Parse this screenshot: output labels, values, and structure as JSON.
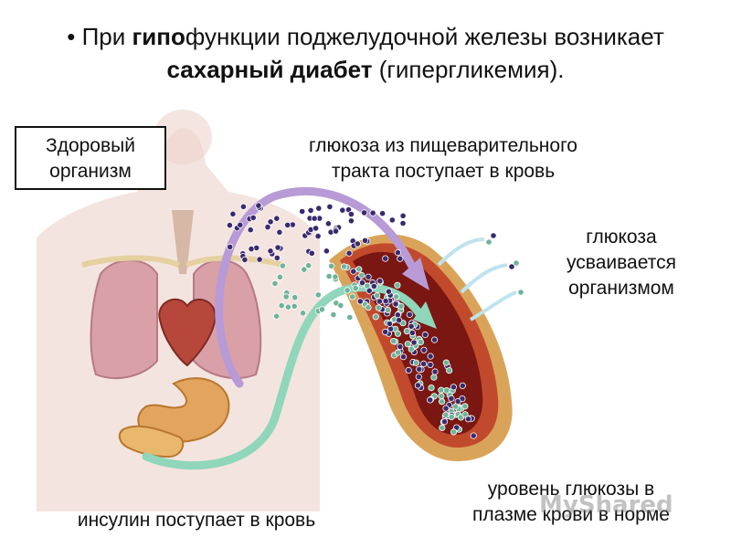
{
  "title": {
    "bullet": "•",
    "line1_pre": "При ",
    "line1_bold": "гипо",
    "line1_post": "функции поджелудочной железы возникает",
    "line2_bold": "сахарный диабет",
    "line2_post": " (гипергликемия)."
  },
  "box_label": {
    "line1": "Здоровый",
    "line2": "организм"
  },
  "labels": {
    "glucose_intake_1": "глюкоза из пищеварительного",
    "glucose_intake_2": "тракта поступает в кровь",
    "glucose_used_1": "глюкоза",
    "glucose_used_2": "усваивается",
    "glucose_used_3": "организмом",
    "insulin": "инсулин поступает в кровь",
    "glucose_level_1": "уровень глюкозы в",
    "glucose_level_2": "плазме крови в норме"
  },
  "watermark": "MyShared",
  "colors": {
    "glucose_arrow": "#b79ad6",
    "insulin_arrow": "#8fd6bb",
    "vessel_outer": "#d9a45a",
    "vessel_wall": "#c24a2c",
    "vessel_inner": "#7a1712",
    "glucose_dot": "#3a2a6e",
    "insulin_dot": "#6fb39a",
    "organ_heart": "#b8473b",
    "organ_lung": "#d9a0a8",
    "organ_stomach": "#e3a45e",
    "skin": "#e8c9bf"
  }
}
